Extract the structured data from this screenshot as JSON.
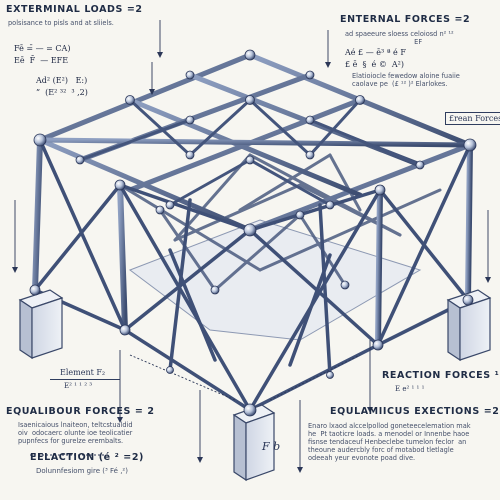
{
  "labels": {
    "top_left_header": "EXTERMINAL LOADS =2",
    "top_left_note": "polsisance to pisls and at sliiels.",
    "top_left_formula_1": "Fē =̄ — = CA)",
    "top_left_formula_2": "Eē  F̄  — EFE",
    "top_left_formula_3": "Ad² (E²)   E:)",
    "top_left_formula_4": "”  (E² ³²  ³ ,2)",
    "top_right_header": "ENTERNAL FORCES =2",
    "top_right_note": "ad spaeeure sloess celoiosd n² ¹²\n                                 EF",
    "top_right_formula_1": "Aé £ — ē³ ª é F",
    "top_right_formula_2": "£ ē  §  é ©  A²)",
    "top_right_note_2": "Elatioiocle fewedow aloine fuaiie\ncaolave pe  (£ ¹² )² Elarlokes.",
    "right_side_label": "£rean Forces",
    "element_label": "Element F₂",
    "element_sub": "E² ¹  ¹ ² ³",
    "left_lower_header": "EQUALIBOUR FORCES = 2",
    "left_lower_note": "Isaenicaious lnaiteon, teltcstualdid\noiv  odocaerc olunte ioe teolicatier\npupnfecs for gurelze erembalts.",
    "bottom_left_header": "EELACTION (é ² =2)",
    "bottom_left_note": "Dolunnfesiom gire (³ Fé ,²)",
    "reaction_header": "REACTION FORCES ¹ 2",
    "reaction_sub": "E  e² ¹ ¹ ¹",
    "right_lower_header": "EQULAMIICUS EXECTIONS =2",
    "right_lower_note": "Enaro lxaod alccelpollod goneteecelemation mak\nhe  Pt taoticre loads. a menodel or Innenbe haoe\nfisnse tendaceuf Henbeclebe tumelon feclor  an\ntheoune audercbly forc of motabod tletlagle\nodeeah yeur evonote poad dive.",
    "fb_label": "F b",
    "colors": {
      "steel_dark": "#2d3c5c",
      "steel_mid": "#6b7fa5",
      "steel_light": "#c9d3e6",
      "block_fill": "#d9dfe9",
      "ink": "#1f2c45",
      "paper": "#f7f6f1"
    }
  }
}
